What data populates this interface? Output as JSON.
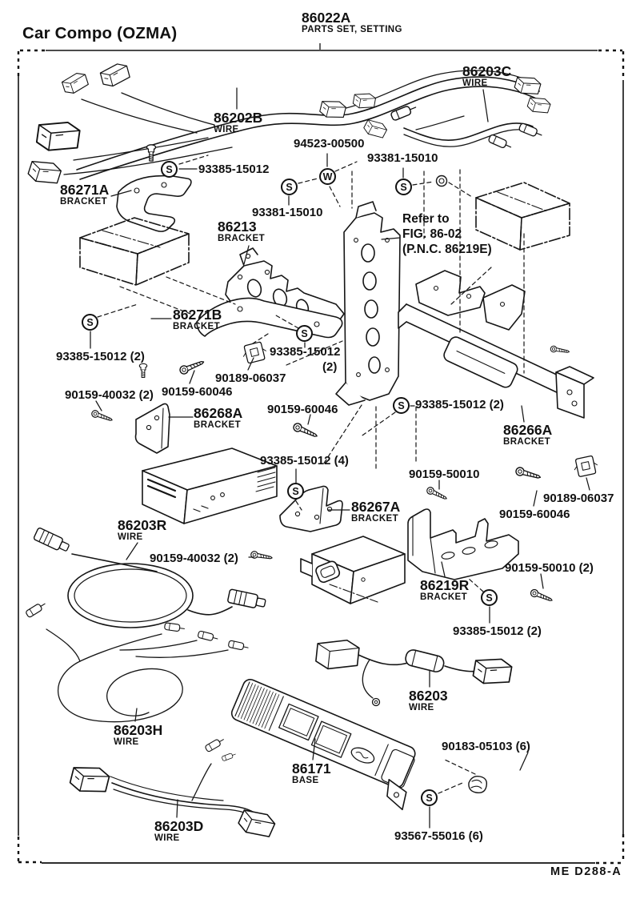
{
  "page": {
    "corner_title": "Car Compo (OZMA)",
    "sheet_code": "ME  D288-A"
  },
  "parts_set": {
    "number": "86022A",
    "name": "PARTS SET, SETTING"
  },
  "note": {
    "line1": "Refer to",
    "line2": "FIG. 86-02",
    "line3": "(P.N.C. 86219E)"
  },
  "symbols": {
    "screw": "S",
    "washer": "W"
  },
  "parts": {
    "w86202b": {
      "number": "86202B",
      "name": "WIRE"
    },
    "w86203c": {
      "number": "86203C",
      "name": "WIRE"
    },
    "b86271a": {
      "number": "86271A",
      "name": "BRACKET"
    },
    "b86213": {
      "number": "86213",
      "name": "BRACKET"
    },
    "b86271b": {
      "number": "86271B",
      "name": "BRACKET"
    },
    "b86268a": {
      "number": "86268A",
      "name": "BRACKET"
    },
    "b86266a": {
      "number": "86266A",
      "name": "BRACKET"
    },
    "b86267a": {
      "number": "86267A",
      "name": "BRACKET"
    },
    "w86203r": {
      "number": "86203R",
      "name": "WIRE"
    },
    "b86219r": {
      "number": "86219R",
      "name": "BRACKET"
    },
    "w86203": {
      "number": "86203",
      "name": "WIRE"
    },
    "w86203h": {
      "number": "86203H",
      "name": "WIRE"
    },
    "b86171": {
      "number": "86171",
      "name": "BASE"
    },
    "w86203d": {
      "number": "86203D",
      "name": "WIRE"
    }
  },
  "fasteners": {
    "f94523_top": "94523-00500",
    "f93381_right": "93381-15010",
    "f93385_top": "93385-15012",
    "f93381_left": "93381-15010",
    "f93385_left2": "93385-15012 (2)",
    "f93385_mid": "93385-15012",
    "f93385_mid_qty": "(2)",
    "f90189_mid": "90189-06037",
    "f90159_60046_left": "90159-60046",
    "f90159_40032_left": "90159-40032 (2)",
    "f90159_60046_center": "90159-60046",
    "f93385_rail2": "93385-15012 (2)",
    "f93385_4": "93385-15012 (4)",
    "f90159_50010": "90159-50010",
    "f90189_right": "90189-06037",
    "f90159_60046_right": "90159-60046",
    "f90159_40032_mid": "90159-40032 (2)",
    "f90159_50010_2": "90159-50010 (2)",
    "f93385_lower2": "93385-15012 (2)",
    "f90183": "90183-05103 (6)",
    "f93567": "93567-55016 (6)"
  }
}
